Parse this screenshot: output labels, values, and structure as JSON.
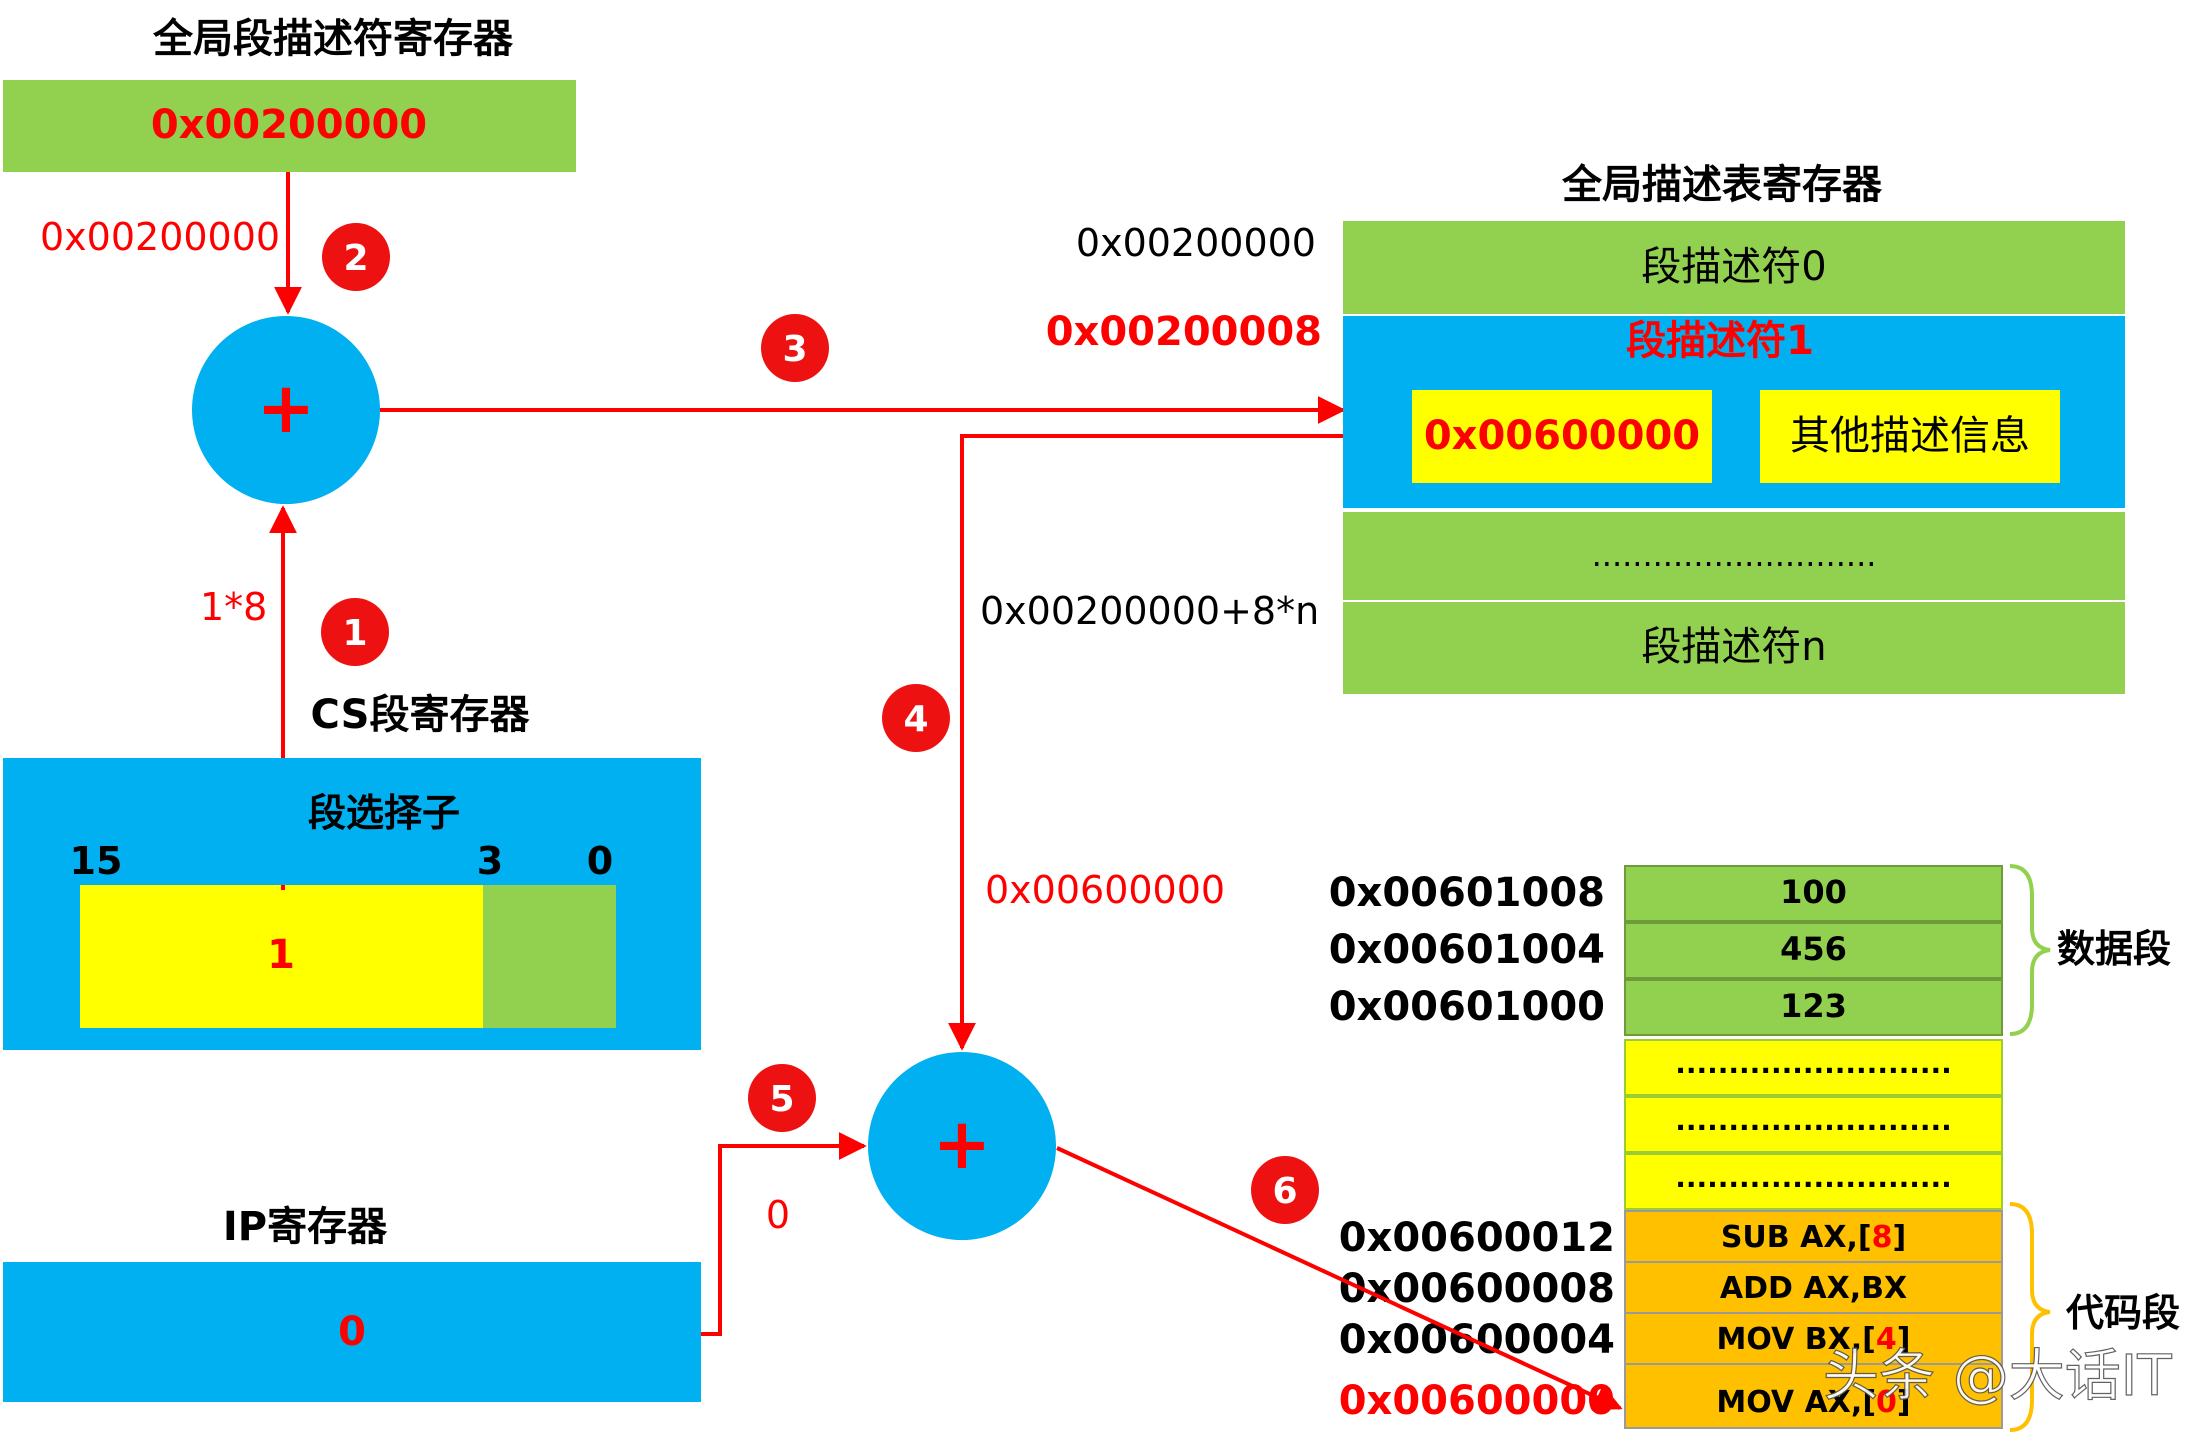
{
  "gdtr": {
    "title": "全局段描述符寄存器",
    "value": "0x00200000"
  },
  "step_labels": {
    "s1": "1",
    "s2": "2",
    "s3": "3",
    "s4": "4",
    "s5": "5",
    "s6": "6"
  },
  "arrows": {
    "gdtr_to_adder": "0x00200000",
    "selector_to_adder": "1*8",
    "gdt_formula": "0x00200000+8*n",
    "base_to_adder": "0x00600000",
    "ip_to_adder": "0"
  },
  "adders": {
    "symbol": "+"
  },
  "cs": {
    "title": "CS段寄存器",
    "selector_label": "段选择子",
    "bit_high": "15",
    "bit_mid": "3",
    "bit_low": "0",
    "index_value": "1"
  },
  "ip": {
    "title": "IP寄存器",
    "value": "0"
  },
  "gdt": {
    "title": "全局描述表寄存器",
    "addr0": "0x00200000",
    "addr1": "0x00200008",
    "desc0": "段描述符0",
    "desc1": "段描述符1",
    "base": "0x00600000",
    "other_info": "其他描述信息",
    "ellipsis": "............................",
    "descn": "段描述符n"
  },
  "memory": {
    "data_segment_label": "数据段",
    "code_segment_label": "代码段",
    "data_rows": [
      {
        "addr": "0x00601008",
        "value": "100"
      },
      {
        "addr": "0x00601004",
        "value": "456"
      },
      {
        "addr": "0x00601000",
        "value": "123"
      }
    ],
    "gap_rows": [
      "..........................",
      "..........................",
      ".........................."
    ],
    "code_rows": [
      {
        "addr": "0x00600012",
        "pre": "SUB AX,[",
        "num": "8",
        "post": "]"
      },
      {
        "addr": "0x00600008",
        "pre": "ADD AX,BX",
        "num": "",
        "post": ""
      },
      {
        "addr": "0x00600004",
        "pre": "MOV BX,[",
        "num": "4",
        "post": "]"
      },
      {
        "addr": "0x00600000",
        "pre": "MOV AX,[",
        "num": "0",
        "post": "]"
      }
    ]
  },
  "watermark": "头条 @大话IT",
  "colors": {
    "green": "#92d050",
    "blue": "#00b0f0",
    "yellow": "#ffff00",
    "orange": "#ffc000",
    "red": "#ff0000",
    "step_red": "#ee1111"
  }
}
